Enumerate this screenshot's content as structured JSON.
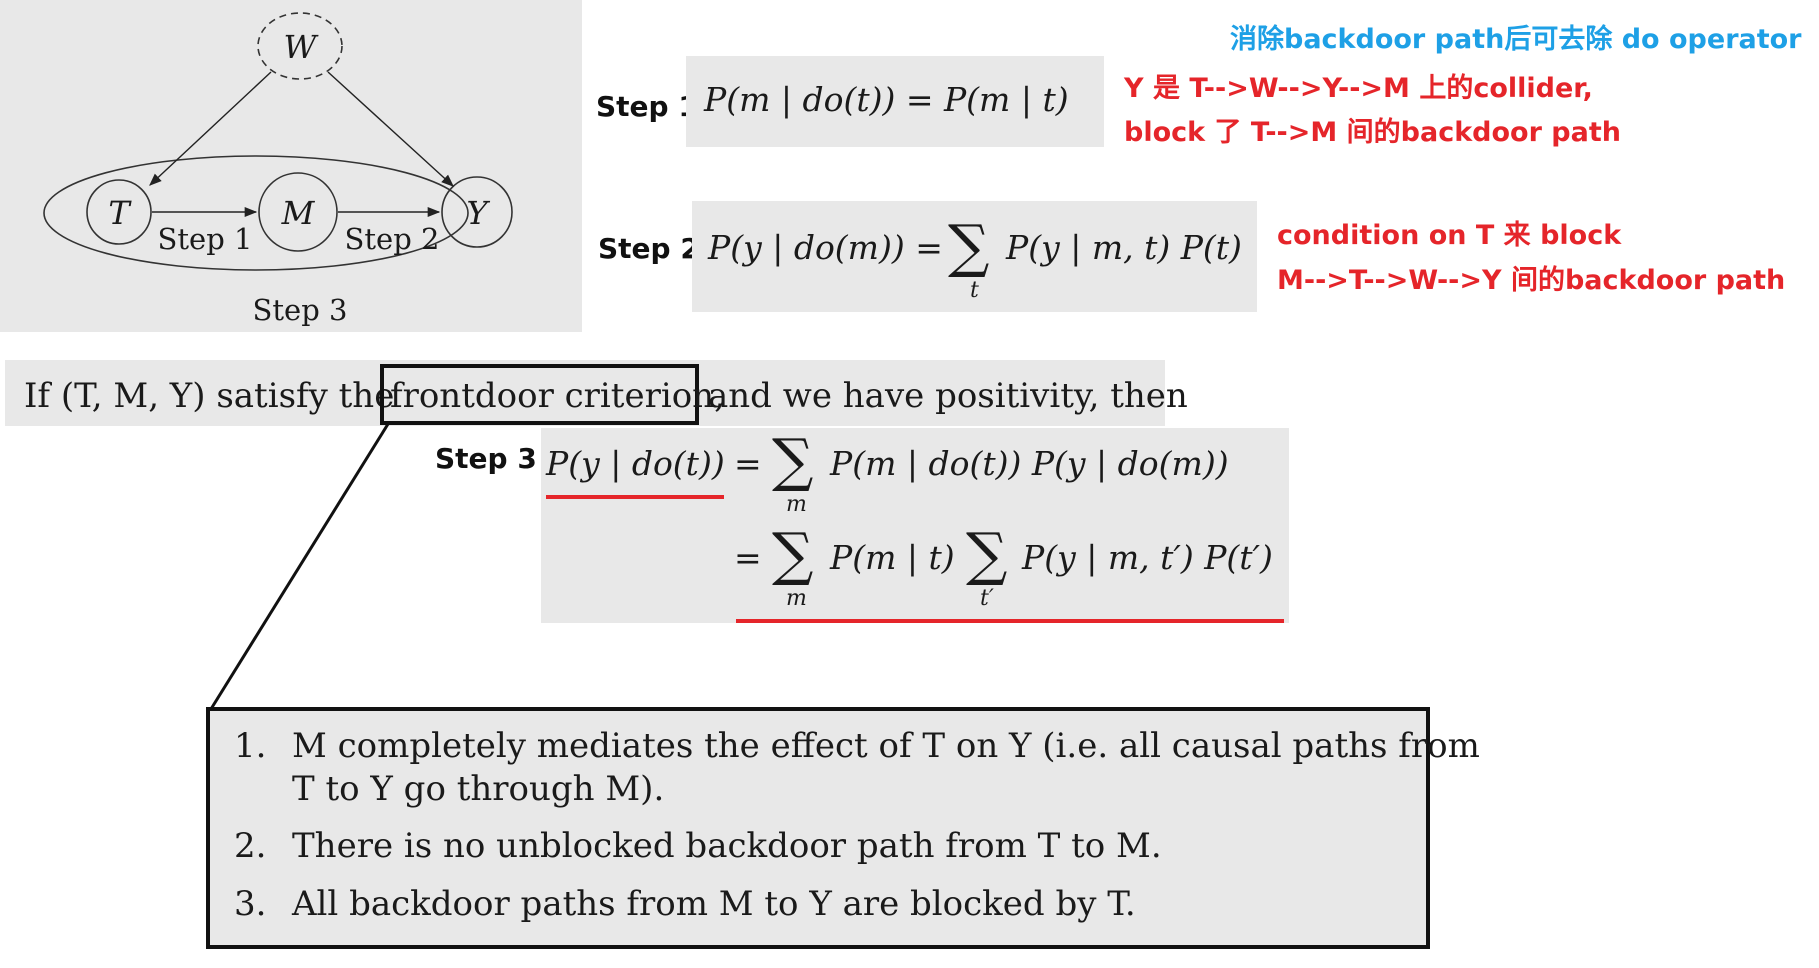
{
  "graph": {
    "nodes": {
      "w": "W",
      "t": "T",
      "m": "M",
      "y": "Y"
    },
    "edge_labels": {
      "step1": "Step 1",
      "step2": "Step 2",
      "step3": "Step 3"
    }
  },
  "annotations": {
    "blue_note": "消除backdoor path后可去除 do operator",
    "step1_note_line1": "Y 是 T-->W-->Y-->M 上的collider,",
    "step1_note_line2": "block 了 T-->M 间的backdoor path",
    "step2_note_line1": "condition on T 来 block",
    "step2_note_line2": "M-->T-->W-->Y 间的backdoor path"
  },
  "steps": {
    "step1_label": "Step 1",
    "step2_label": "Step 2",
    "step3_label": "Step 3"
  },
  "formulas": {
    "step1": "P(m | do(t)) = P(m | t)",
    "step2_left": "P(y | do(m)) =",
    "step2_sub": "t",
    "step2_right": "P(y | m, t) P(t)",
    "step3_lhs": "P(y | do(t))",
    "step3_line1_rest": "P(m | do(t)) P(y | do(m))",
    "step3_sub1": "m",
    "step3_line2_a": "P(m | t)",
    "step3_sub2": "m",
    "step3_sub3": "t′",
    "step3_line2_b": "P(y | m, t′) P(t′)",
    "equals": "="
  },
  "criterion": {
    "intro_prefix": "If  (T, M, Y) satisfy the",
    "intro_highlight": "frontdoor criterion,",
    "intro_suffix": "and we have positivity, then",
    "items": [
      {
        "num": "1.",
        "line1": "M completely mediates the effect of T on Y (i.e. all causal paths from",
        "line2": "T to Y go through M)."
      },
      {
        "num": "2.",
        "line1": "There is no unblocked backdoor path from T to M."
      },
      {
        "num": "3.",
        "line1": "All backdoor paths from M to Y are blocked by T."
      }
    ]
  },
  "colors": {
    "red": "#e5252a",
    "blue": "#1ea0e6",
    "panel_gray": "#e8e8e8"
  }
}
